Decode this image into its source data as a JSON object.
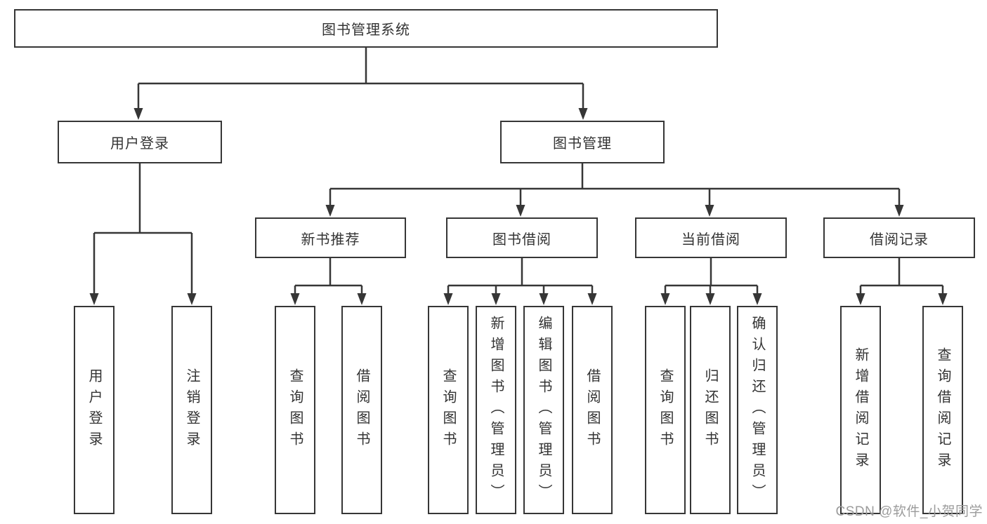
{
  "root": {
    "label": "图书管理系统"
  },
  "level2": {
    "user_login": {
      "label": "用户登录"
    },
    "book_management": {
      "label": "图书管理"
    }
  },
  "level3": {
    "new_book_recommendation": {
      "label": "新书推荐"
    },
    "book_borrowing": {
      "label": "图书借阅"
    },
    "current_borrowing": {
      "label": "当前借阅"
    },
    "borrowing_records": {
      "label": "借阅记录"
    }
  },
  "leaves": {
    "login_user_login": {
      "label": "用户登录"
    },
    "login_logout": {
      "label": "注销登录"
    },
    "recommend_query_books": {
      "label": "查询图书"
    },
    "recommend_borrow_books": {
      "label": "借阅图书"
    },
    "borrowing_query_books": {
      "label": "查询图书"
    },
    "borrowing_add_books_admin": {
      "label": "新增图书（管理员）"
    },
    "borrowing_edit_books_admin": {
      "label": "编辑图书（管理员）"
    },
    "borrowing_borrow_books": {
      "label": "借阅图书"
    },
    "current_query_books": {
      "label": "查询图书"
    },
    "current_return_books": {
      "label": "归还图书"
    },
    "current_confirm_return_admin": {
      "label": "确认归还（管理员）"
    },
    "records_add_borrow_record": {
      "label": "新增借阅记录"
    },
    "records_query_borrow_record": {
      "label": "查询借阅记录"
    }
  },
  "watermark": {
    "text": "CSDN @软件_小贺同学"
  },
  "colors": {
    "line": "#363636",
    "text": "#333333",
    "watermark": "#9c9c9c",
    "background": "#ffffff"
  }
}
